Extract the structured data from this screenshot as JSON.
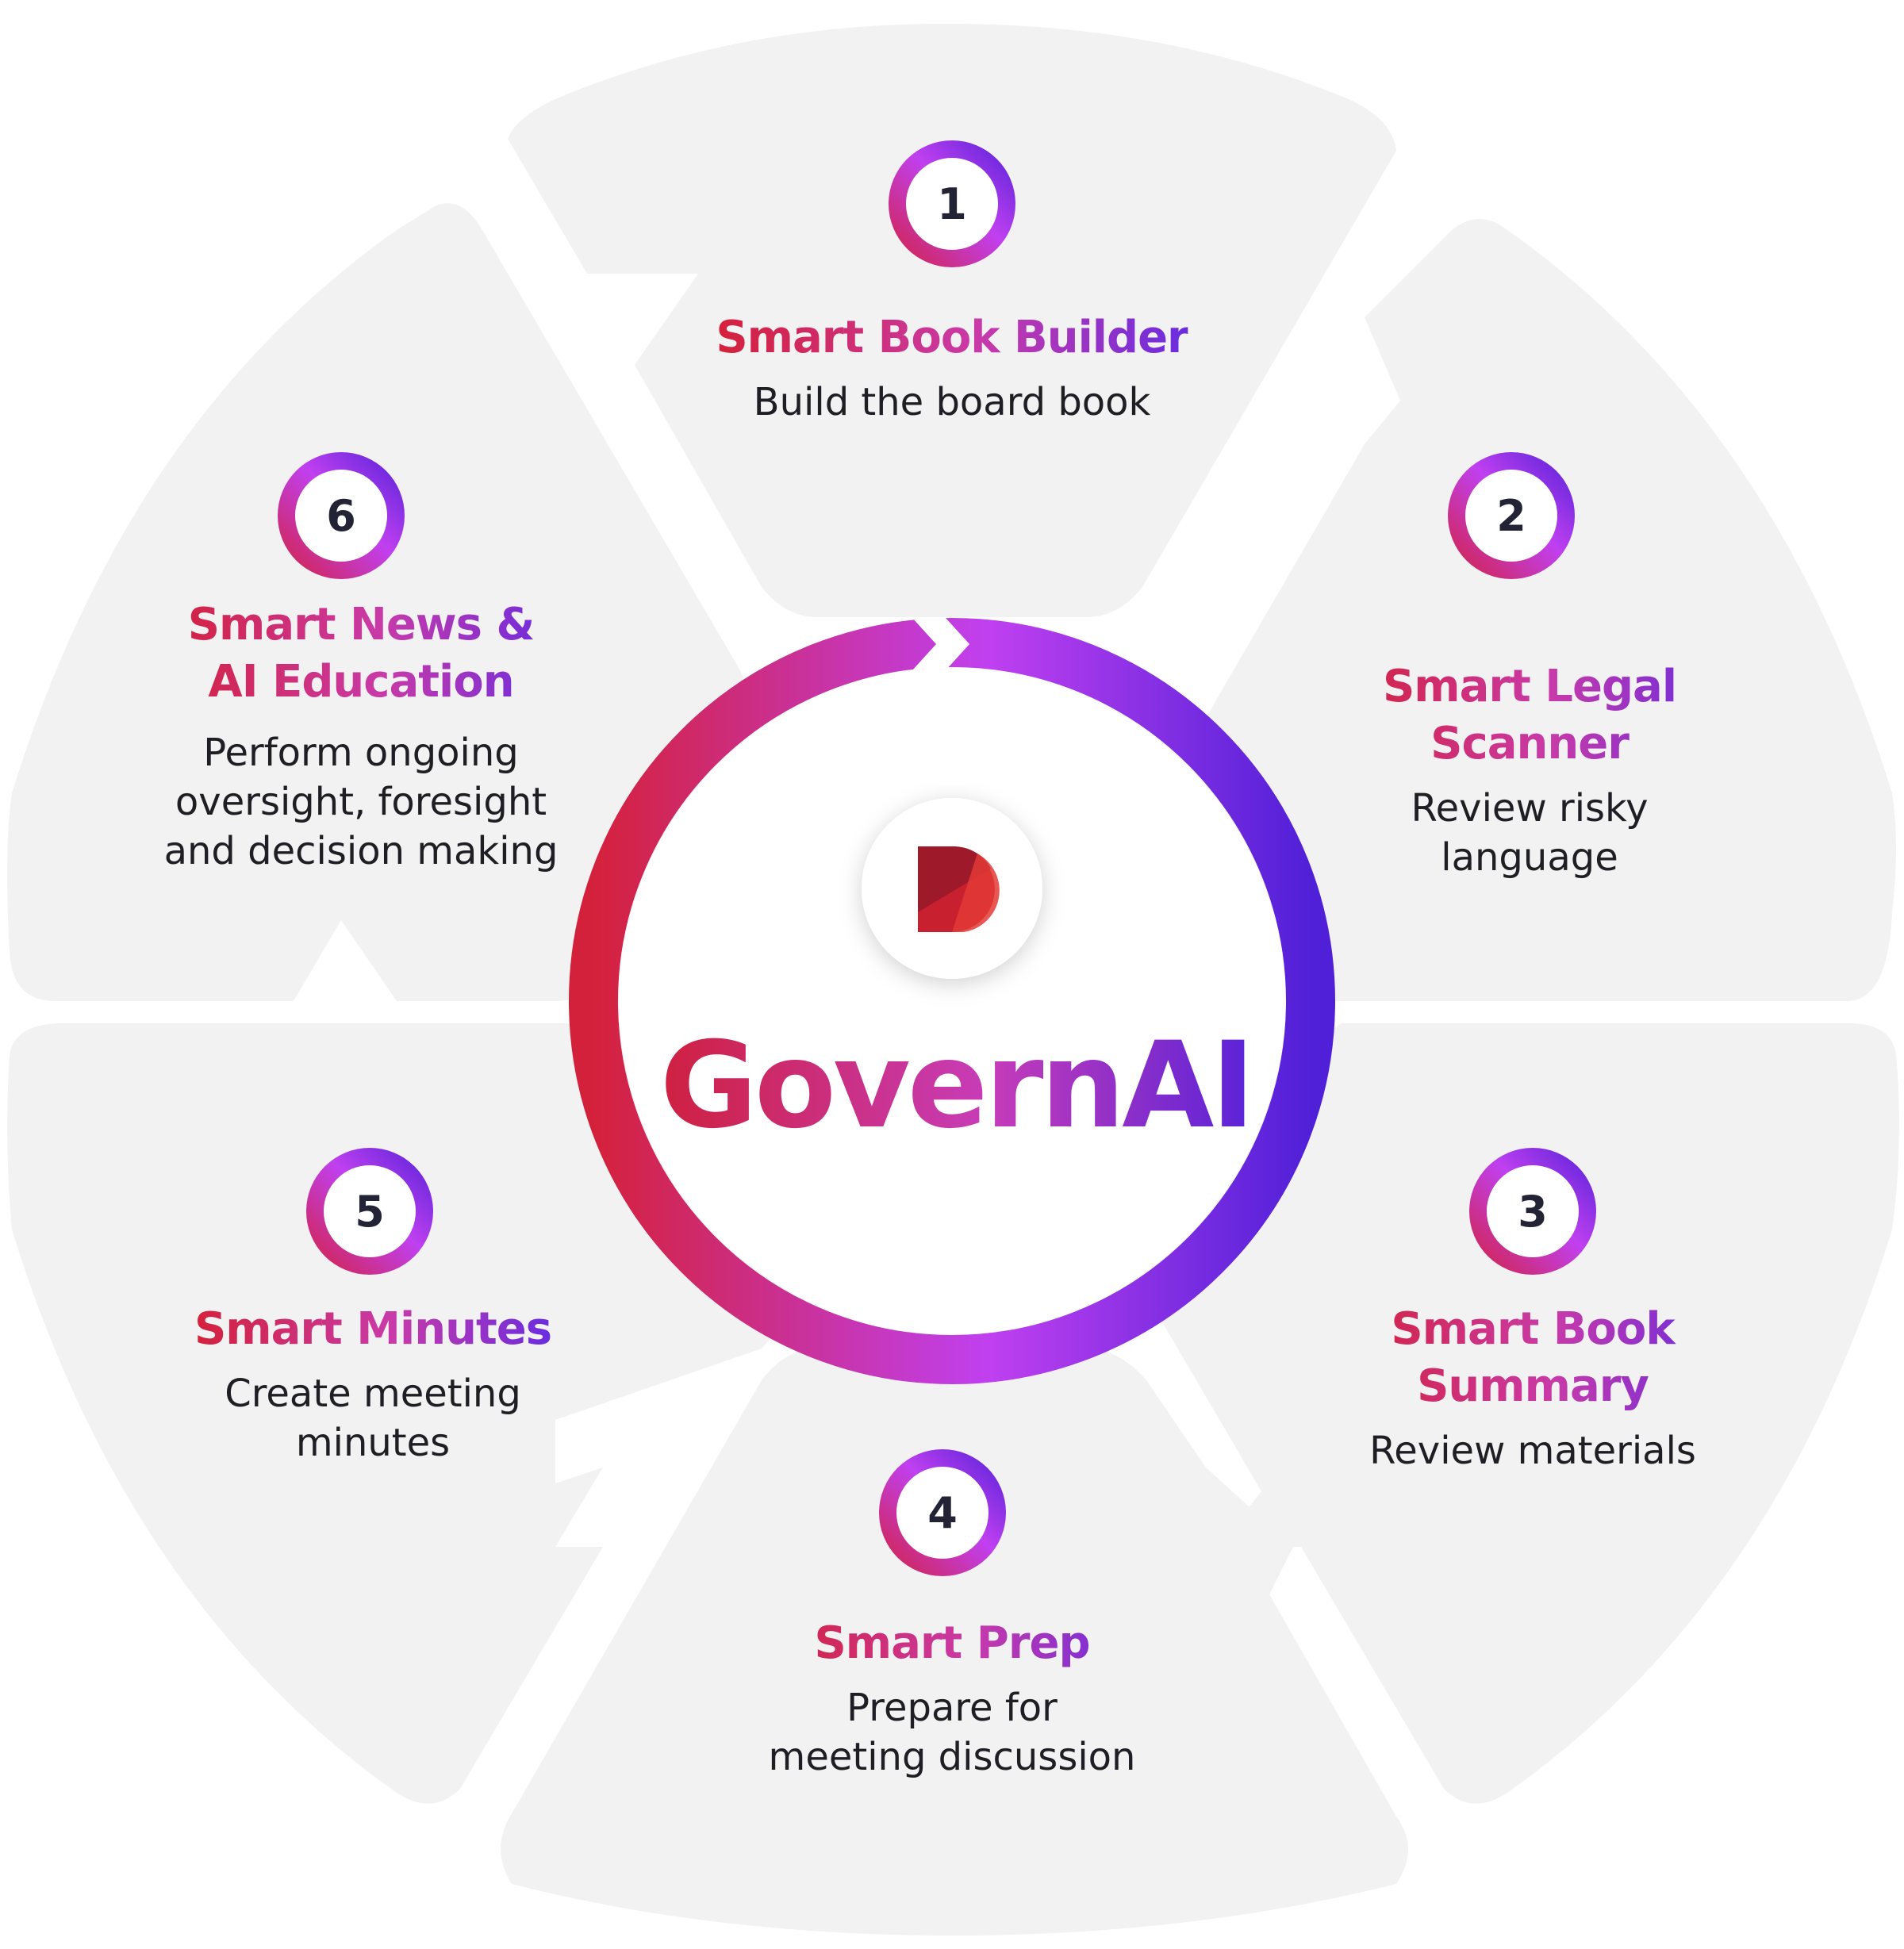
{
  "brand": {
    "name": "GovernAI",
    "logo_icon": "letter-d-logo-icon"
  },
  "steps": [
    {
      "number": "1",
      "title": "Smart Book Builder",
      "description": "Build the board book"
    },
    {
      "number": "2",
      "title": "Smart Legal Scanner",
      "description": "Review risky language"
    },
    {
      "number": "3",
      "title": "Smart Book Summary",
      "description": "Review materials"
    },
    {
      "number": "4",
      "title": "Smart Prep",
      "description": "Prepare for\nmeeting discussion"
    },
    {
      "number": "5",
      "title": "Smart Minutes",
      "description": "Create meeting\nminutes"
    },
    {
      "number": "6",
      "title": "Smart News &\nAI Education",
      "description": "Perform ongoing\noversight, foresight\nand decision making"
    }
  ],
  "colors": {
    "segment_fill": "#f2f2f2",
    "gradient_start": "#d4213b",
    "gradient_mid": "#c040f0",
    "gradient_end": "#5020d8",
    "text_dark": "#1e1e24"
  }
}
